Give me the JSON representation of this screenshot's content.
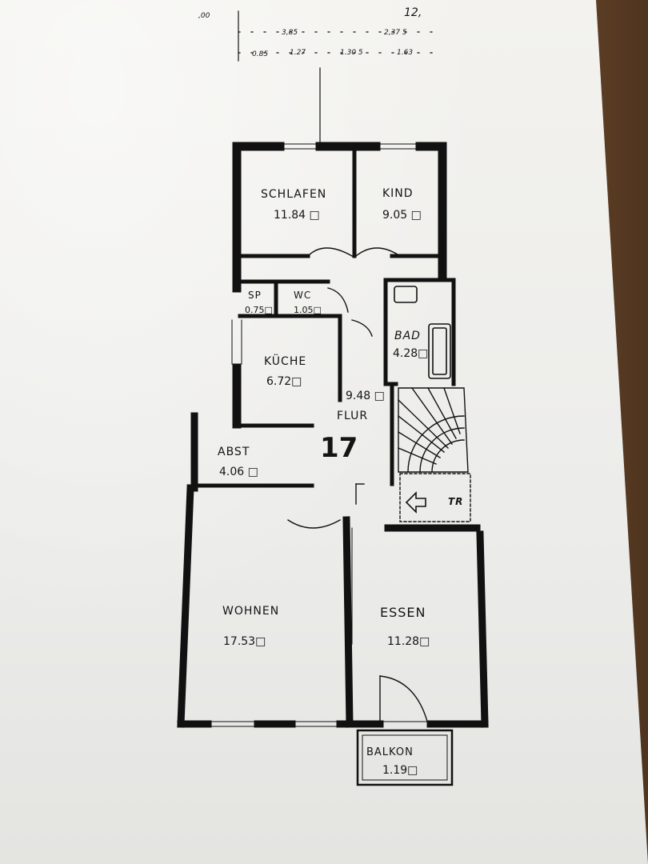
{
  "plan": {
    "unit_number": "17",
    "dimensions": {
      "top_left": ",00",
      "top_right": "12,",
      "row1": [
        "3,85",
        "2,37 5"
      ],
      "row2": [
        "0.85",
        "1.27",
        "1.30 5",
        "1.63"
      ]
    },
    "rooms": [
      {
        "id": "schlafen",
        "name": "SCHLAFEN",
        "area": "11.84 □"
      },
      {
        "id": "kind",
        "name": "KIND",
        "area": "9.05 □"
      },
      {
        "id": "sp",
        "name": "SP",
        "area": "0.75□"
      },
      {
        "id": "wc",
        "name": "WC",
        "area": "1.05□"
      },
      {
        "id": "bad",
        "name": "BAD",
        "area": "4.28□"
      },
      {
        "id": "kueche",
        "name": "KÜCHE",
        "area": "6.72□"
      },
      {
        "id": "flur",
        "name": "FLUR",
        "area": "9.48 □"
      },
      {
        "id": "abst",
        "name": "ABST",
        "area": "4.06 □"
      },
      {
        "id": "wohnen",
        "name": "WOHNEN",
        "area": "17.53□"
      },
      {
        "id": "essen",
        "name": "ESSEN",
        "area": "11.28□"
      },
      {
        "id": "balkon",
        "name": "BALKON",
        "area": "1.19□"
      }
    ],
    "stair_label": "TR"
  }
}
